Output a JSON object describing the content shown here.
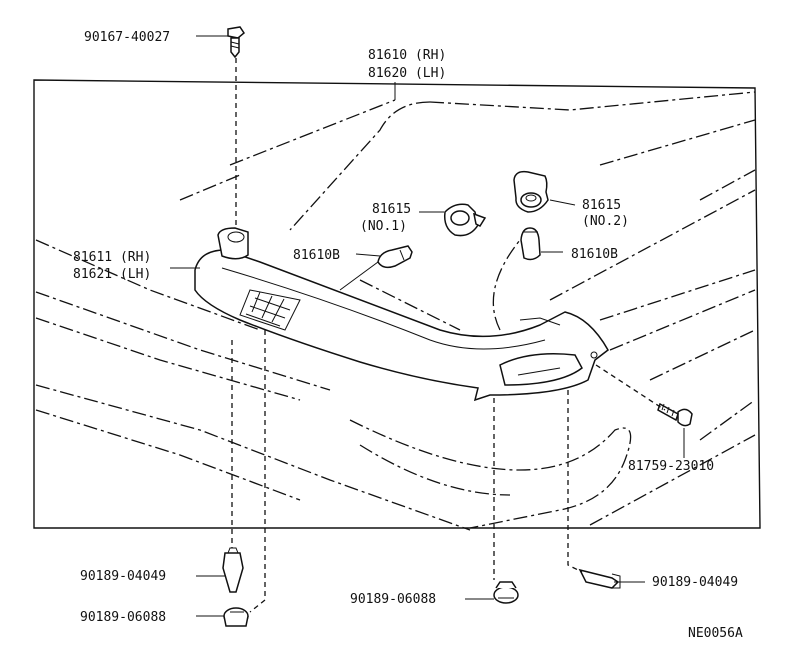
{
  "labels": {
    "screw_top": "90167-40027",
    "lamp_rh": "81610 (RH)",
    "lamp_lh": "81620 (LH)",
    "socket1_num": "81615",
    "socket1_sub": "(NO.1)",
    "socket2_num": "81615",
    "socket2_sub": "(NO.2)",
    "bulb_left": "81610B",
    "bulb_right": "81610B",
    "lens_rh": "81611 (RH)",
    "lens_lh": "81621 (LH)",
    "screw_right": "81759-23010",
    "clip_left": "90189-04049",
    "grommet_left": "90189-06088",
    "grommet_center": "90189-06088",
    "clip_right": "90189-04049",
    "diagram_code": "NE0056A"
  }
}
